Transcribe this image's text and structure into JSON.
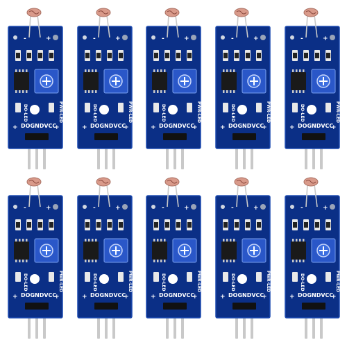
{
  "image": {
    "background": "#ffffff",
    "grid": {
      "rows": 2,
      "columns": 5
    }
  },
  "module": {
    "board_color": "#0b2f86",
    "board_edge_color": "#1c4ab0",
    "potentiometer_color": "#2a57c8",
    "ic_color": "#1a1a1a",
    "smd_color": "#e8e8e8",
    "pin_color": "#c9c9c9",
    "header_color": "#111111",
    "photoresistor_color": "#d99a8a",
    "labels": {
      "minus": "-",
      "plus": "+",
      "left_led": "DO-LED",
      "right_led": "PWR-LED",
      "pins": "DOGNDVCC",
      "pin_plus": "+"
    }
  },
  "modules": [
    {
      "id": 1
    },
    {
      "id": 2
    },
    {
      "id": 3
    },
    {
      "id": 4
    },
    {
      "id": 5
    },
    {
      "id": 6
    },
    {
      "id": 7
    },
    {
      "id": 8
    },
    {
      "id": 9
    },
    {
      "id": 10
    }
  ]
}
